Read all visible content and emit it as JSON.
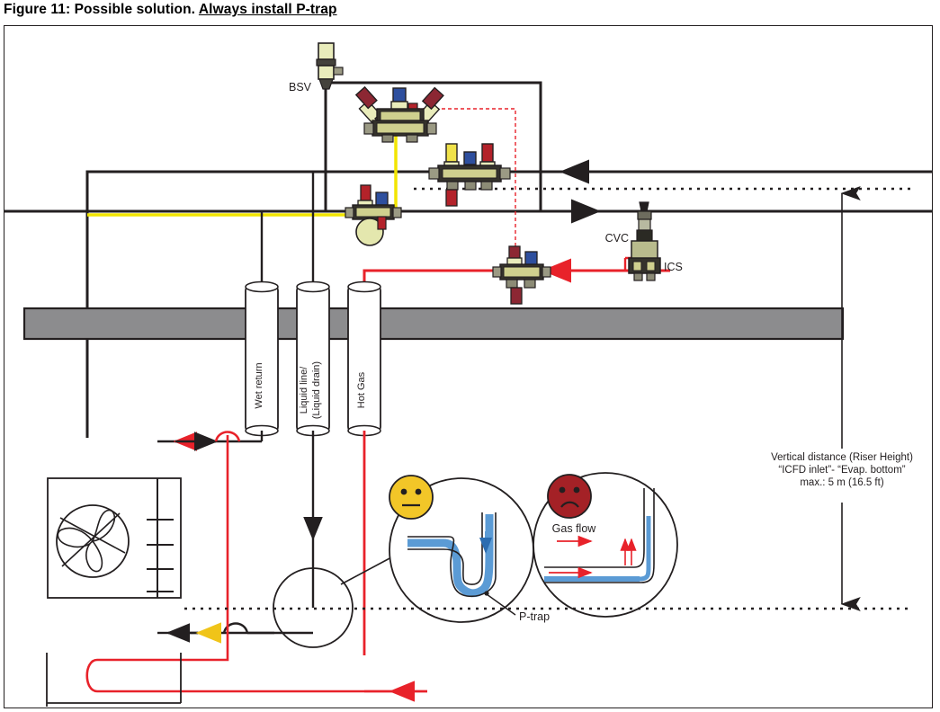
{
  "caption": {
    "prefix": "Figure 11: Possible solution. ",
    "underlined": "Always install P-trap"
  },
  "labels": {
    "bsv": "BSV",
    "cvc": "CVC",
    "ics": "ICS",
    "wet_return": "Wet return",
    "liquid_line_1": "Liquid line/",
    "liquid_line_2": "(Liquid drain)",
    "hot_gas": "Hot Gas",
    "p_trap": "P-trap",
    "gas_flow": "Gas flow"
  },
  "dimension": {
    "line1": "Vertical distance (Riser Height)",
    "line2": "“ICFD inlet”- “Evap. bottom”",
    "line3": "max.: 5 m (16.5 ft)"
  },
  "colors": {
    "line_black": "#231f20",
    "line_red": "#e8222a",
    "line_yellow": "#f2e500",
    "slab_gray": "#8c8c8e",
    "liquid_blue": "#5b9bd5",
    "face_happy": "#f2c628",
    "face_sad": "#a42126",
    "arrow_yellow": "#f0c419"
  },
  "chart_data": {
    "type": "diagram",
    "title": "Possible solution. Always install P-trap",
    "annotations": [
      "BSV",
      "CVC",
      "ICS",
      "Wet return",
      "Liquid line/ (Liquid drain)",
      "Hot Gas",
      "P-trap",
      "Gas flow",
      "Vertical distance (Riser Height) “ICFD inlet”- “Evap. bottom” max.: 5 m (16.5 ft)"
    ]
  }
}
